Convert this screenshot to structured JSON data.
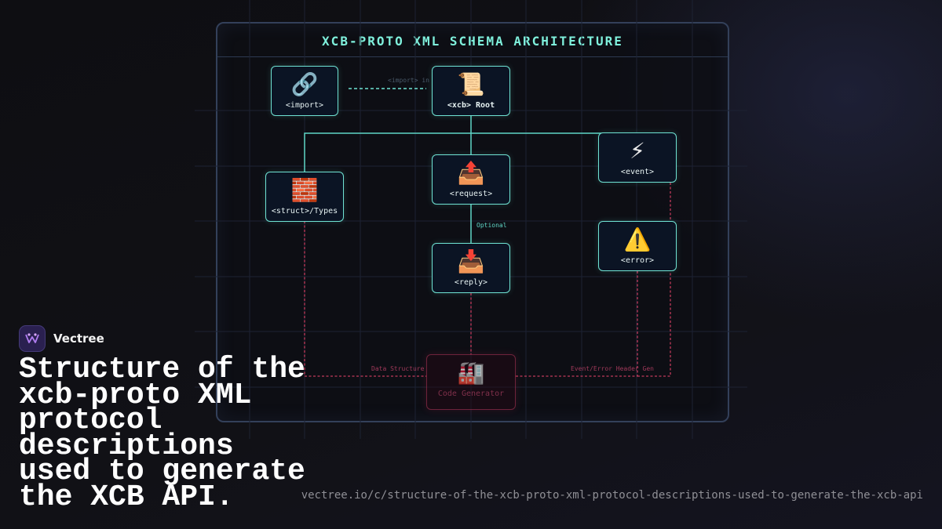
{
  "diagram": {
    "title": "XCB-PROTO XML SCHEMA ARCHITECTURE",
    "nodes": {
      "import": {
        "icon": "🔗",
        "label": "<import>"
      },
      "root": {
        "icon": "📜",
        "label": "<xcb> Root"
      },
      "struct": {
        "icon": "🧱",
        "label": "<struct>/Types"
      },
      "request": {
        "icon": "📤",
        "label": "<request>"
      },
      "event": {
        "icon": "⚡",
        "label": "<event>"
      },
      "reply": {
        "icon": "📥",
        "label": "<reply>"
      },
      "error": {
        "icon": "⚠️",
        "label": "<error>"
      },
      "generator": {
        "icon": "🏭",
        "label": "Code Generator"
      }
    },
    "edge_labels": {
      "import_link": "<import> in",
      "optional": "Optional",
      "data_structure": "Data Structure",
      "event_error": "Event/Error Header Gen"
    },
    "colors": {
      "tree_edge": "#5fd6c6",
      "import_edge": "#6fe3d3",
      "codegen_edge": "#c23a5a"
    }
  },
  "brand": {
    "name": "Vectree",
    "logo_icon": "vectree-logo-icon"
  },
  "headline": "Structure of the xcb-proto XML protocol descriptions used to generate the XCB API.",
  "url": "vectree.io/c/structure-of-the-xcb-proto-xml-protocol-descriptions-used-to-generate-the-xcb-api"
}
